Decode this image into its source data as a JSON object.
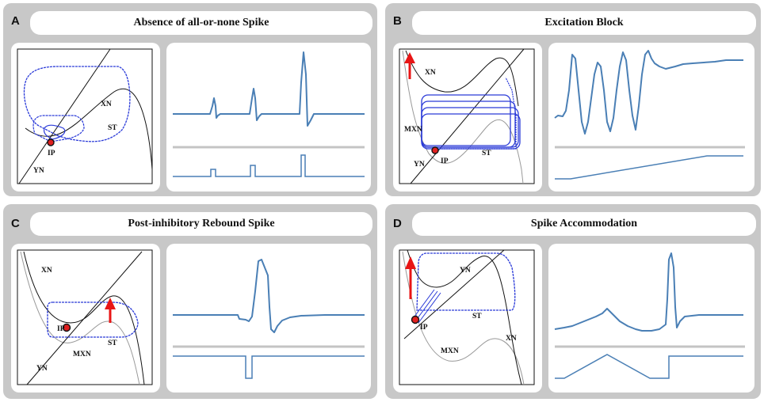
{
  "panels": [
    {
      "letter": "A",
      "title": "Absence of all-or-none Spike",
      "labels": {
        "xn": "XN",
        "st": "ST",
        "ip": "IP",
        "yn": "YN"
      }
    },
    {
      "letter": "B",
      "title": "Excitation Block",
      "labels": {
        "xn": "XN",
        "mxn": "MXN",
        "yn": "YN",
        "ip": "IP",
        "st": "ST"
      }
    },
    {
      "letter": "C",
      "title": "Post-inhibitory Rebound Spike",
      "labels": {
        "xn": "XN",
        "ip": "IP",
        "st": "ST",
        "yn": "YN",
        "mxn": "MXN"
      }
    },
    {
      "letter": "D",
      "title": "Spike Accommodation",
      "labels": {
        "yn": "YN",
        "ip": "IP",
        "st": "ST",
        "mxn": "MXN",
        "xn": "XN"
      }
    }
  ],
  "colors": {
    "trace": "#4a7fb5",
    "orbit": "#2a3ad8",
    "nullcline": "#111111",
    "nullcline_gray": "#999999",
    "equilibrium": "#e02020",
    "arrow": "#e81515",
    "divider": "#c4c4c4",
    "panel_bg": "#c8c8c8"
  }
}
